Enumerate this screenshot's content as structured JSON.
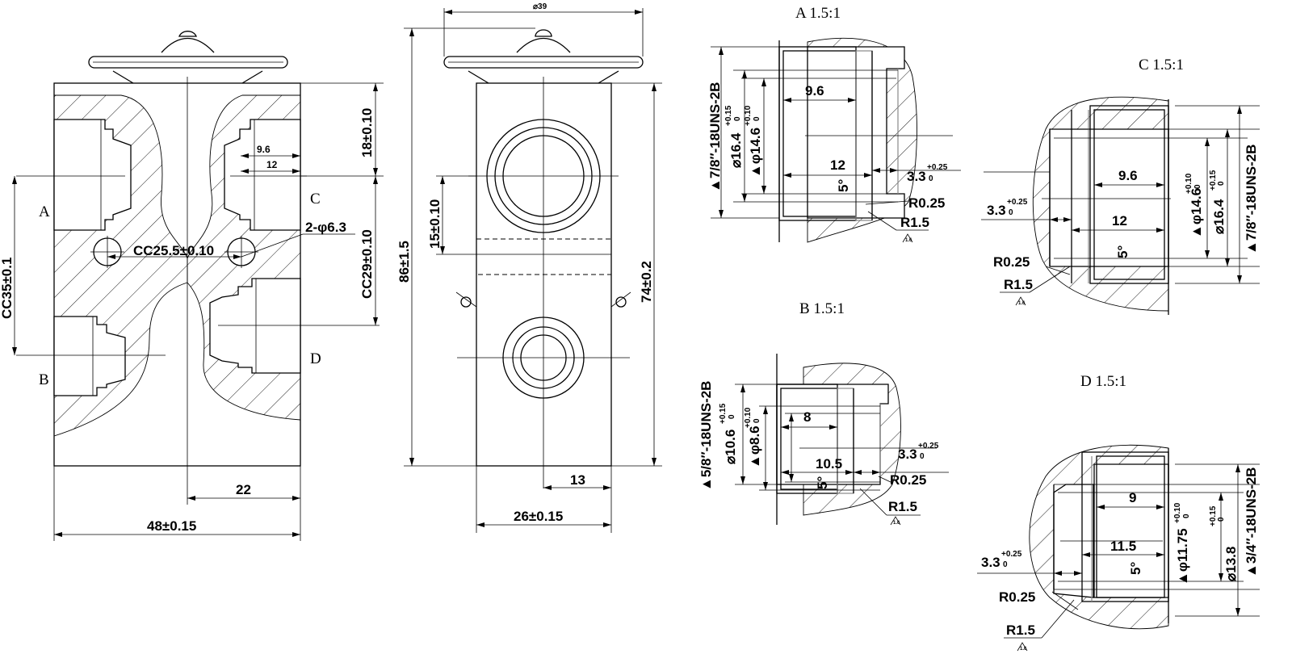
{
  "main_view": {
    "port_labels": [
      "A",
      "B",
      "C",
      "D"
    ],
    "dims": {
      "top_offset": "18±0.10",
      "cc29": "CC29±0.10",
      "cc35": "CC35±0.1",
      "cc25": "CC25.5±0.10",
      "holes": "2-φ6.3",
      "width_22": "22",
      "width_total": "48±0.15",
      "c_9_6": "9.6",
      "c_12": "12"
    }
  },
  "side_view": {
    "dims": {
      "dia": "⌀39",
      "height_total": "86±1.5",
      "body_height": "74±0.2",
      "cc15": "15±0.10",
      "half_width": "13",
      "width": "26±0.15"
    }
  },
  "details": {
    "A": {
      "title": "A 1.5:1",
      "thread": "▲7/8″-18UNS-2B",
      "dia_outer": "⌀16.4",
      "tol_outer_up": "+0.15",
      "tol_outer_lo": "0",
      "dia_inner": "▲φ14.6",
      "tol_inner_up": "+0.10",
      "tol_inner_lo": "0",
      "depth1": "9.6",
      "depth2": "12",
      "step": "3.3",
      "step_up": "+0.25",
      "step_lo": "0",
      "angle": "5°",
      "r1": "R0.25",
      "r2": "R1.5",
      "rough": "1.6"
    },
    "B": {
      "title": "B 1.5:1",
      "thread": "▲5/8″-18UNS-2B",
      "dia_outer": "⌀10.6",
      "tol_outer_up": "+0.15",
      "tol_outer_lo": "0",
      "dia_inner": "▲φ8.6",
      "tol_inner_up": "+0.10",
      "tol_inner_lo": "0",
      "depth1": "8",
      "depth2": "10.5",
      "step": "3.3",
      "step_up": "+0.25",
      "step_lo": "0",
      "angle": "5°",
      "r1": "R0.25",
      "r2": "R1.5",
      "rough": "1.6"
    },
    "C": {
      "title": "C 1.5:1",
      "thread": "▲7/8″-18UNS-2B",
      "dia_outer": "⌀16.4",
      "tol_outer_up": "+0.15",
      "tol_outer_lo": "0",
      "dia_inner": "▲φ14.6",
      "tol_inner_up": "+0.10",
      "tol_inner_lo": "0",
      "depth1": "9.6",
      "depth2": "12",
      "step": "3.3",
      "step_up": "+0.25",
      "step_lo": "0",
      "angle": "5°",
      "r1": "R0.25",
      "r2": "R1.5",
      "rough": "1.6"
    },
    "D": {
      "title": "D 1.5:1",
      "thread": "▲3/4″-18UNS-2B",
      "dia_outer": "⌀13.8",
      "tol_outer_up": "+0.15",
      "tol_outer_lo": "0",
      "dia_inner": "▲φ11.75",
      "tol_inner_up": "+0.10",
      "tol_inner_lo": "0",
      "depth1": "9",
      "depth2": "11.5",
      "step": "3.3",
      "step_up": "+0.25",
      "step_lo": "0",
      "angle": "5°",
      "r1": "R0.25",
      "r2": "R1.5",
      "rough": "1.6"
    }
  }
}
